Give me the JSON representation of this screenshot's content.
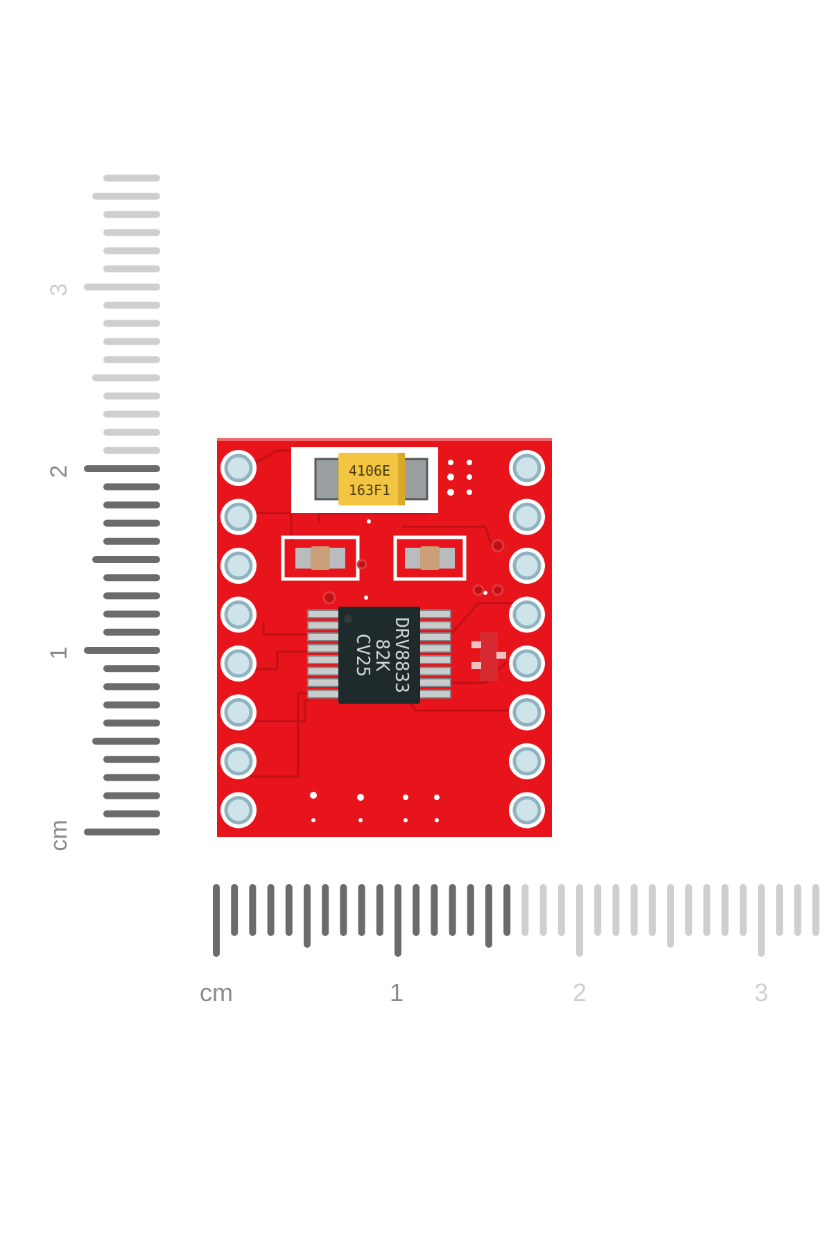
{
  "rulers": {
    "unit": "cm",
    "vertical_labels": [
      "1",
      "2",
      "3"
    ],
    "horizontal_labels": [
      "1",
      "2",
      "3"
    ],
    "tick_color_dark": "#6b6b6b",
    "tick_color_light": "#cfcfcf"
  },
  "board": {
    "color": "#e8141c",
    "chip": {
      "line1": "DRV8833",
      "line2": "82K",
      "line3": "CV25",
      "color": "#1f2a2c"
    },
    "capacitor": {
      "line1": "4106E",
      "line2": "163F1",
      "color": "#f2c542"
    },
    "pads_per_side": 8
  }
}
